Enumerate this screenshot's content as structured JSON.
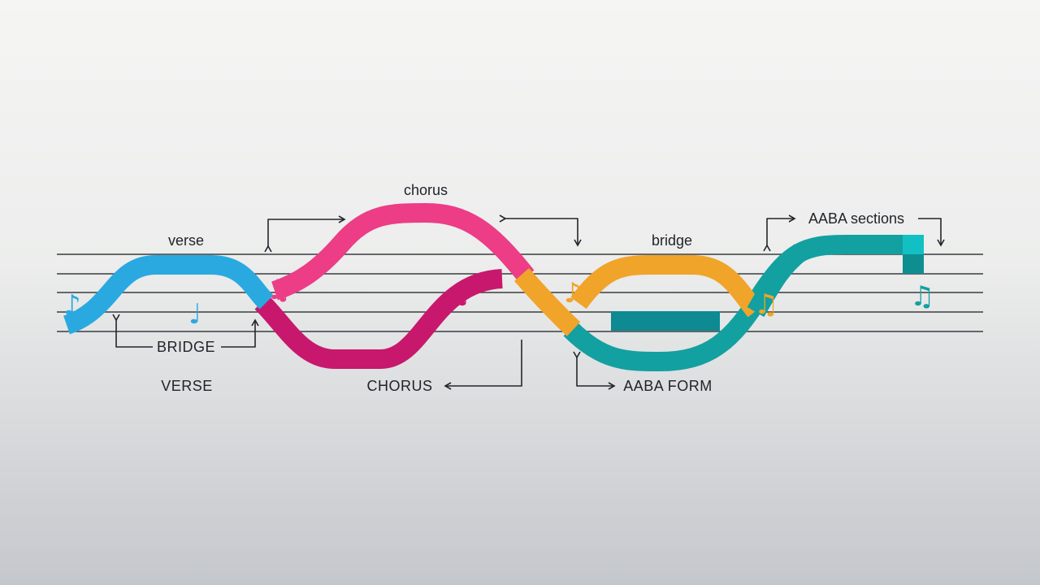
{
  "labels": {
    "verse_top": "verse",
    "chorus_top": "chorus",
    "bridge_top": "bridge",
    "aaba_sections": "AABA sections",
    "bridge_bottom": "BRIDGE",
    "verse_bottom": "VERSE",
    "chorus_bottom": "CHORUS",
    "aaba_form": "AABA FORM"
  },
  "colors": {
    "verse": "#2aa9e0",
    "chorus_high": "#ec3d86",
    "chorus_low": "#c8186e",
    "bridge": "#f0a42a",
    "aaba": "#13a0a0"
  },
  "icons": [
    "eighth-note-icon",
    "quarter-note-icon",
    "beamed-notes-icon",
    "arrow-icon"
  ]
}
